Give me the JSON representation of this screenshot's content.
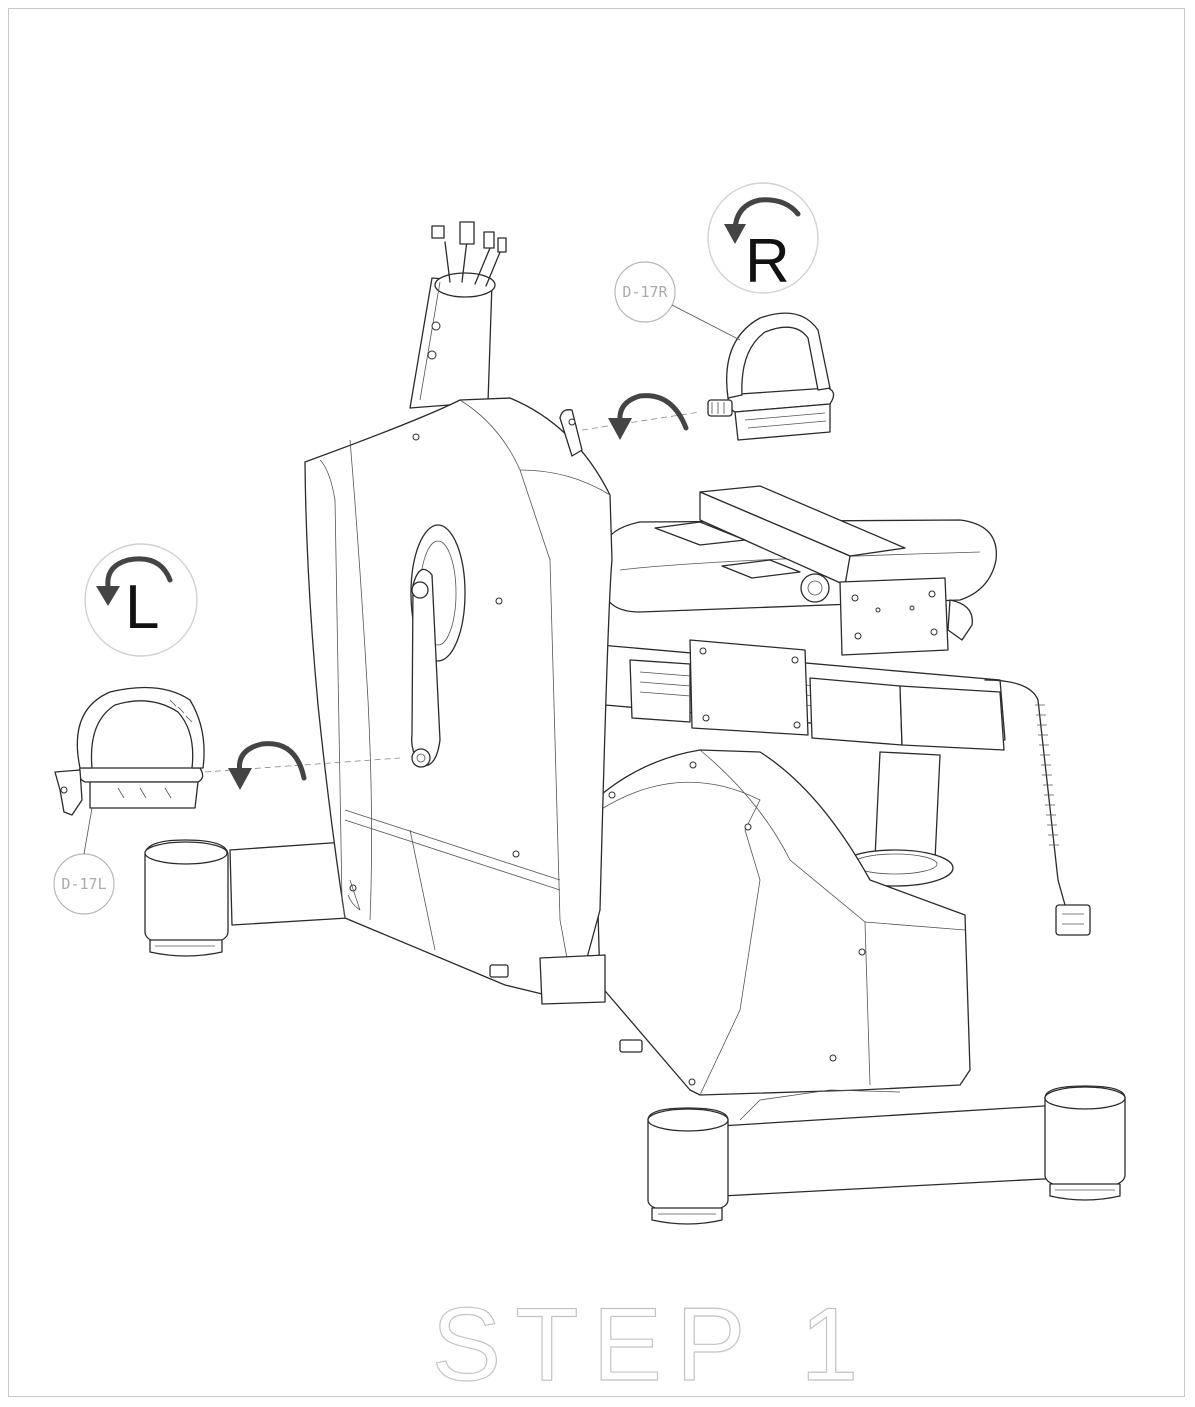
{
  "labels": {
    "right_side": "R",
    "left_side": "L",
    "part_right_pedal": "D-17R",
    "part_left_pedal": "D-17L",
    "step": "STEP 1"
  }
}
